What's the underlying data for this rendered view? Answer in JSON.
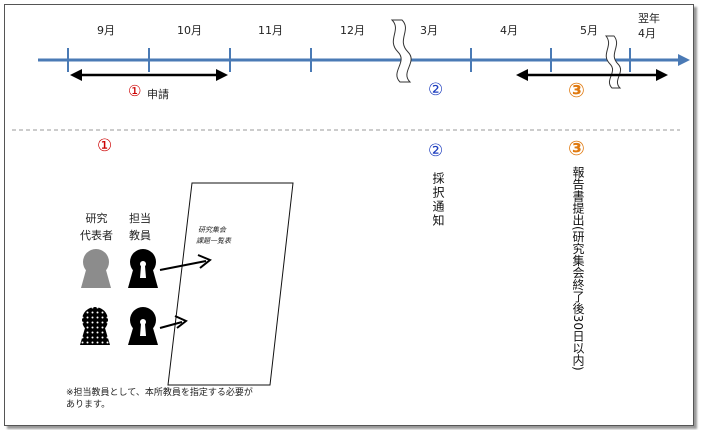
{
  "timeline": {
    "months": [
      "9月",
      "10月",
      "11月",
      "12月",
      "3月",
      "4月",
      "5月"
    ],
    "next_year_line1": "翌年",
    "next_year_line2": "4月",
    "phase1_label": "申請",
    "phase_marks": [
      "①",
      "②",
      "③"
    ]
  },
  "section": {
    "phase1_mark": "①",
    "phase2_mark": "②",
    "phase3_mark": "③",
    "roles": {
      "researcher": "研究\n代表者",
      "faculty": "担当\n教員"
    },
    "document_title_line1": "研究集会",
    "document_title_line2": "課題一覧表",
    "adoption_notice": "採択通知",
    "report": "報告書提出(研究集会終了後30日以内)",
    "note": "※担当教員として、本所教員を指定する必要があります。"
  },
  "colors": {
    "axis": "#4a7ab5",
    "phase1": "#cc0000",
    "phase2": "#1f3fbf",
    "phase3": "#e07a10"
  }
}
